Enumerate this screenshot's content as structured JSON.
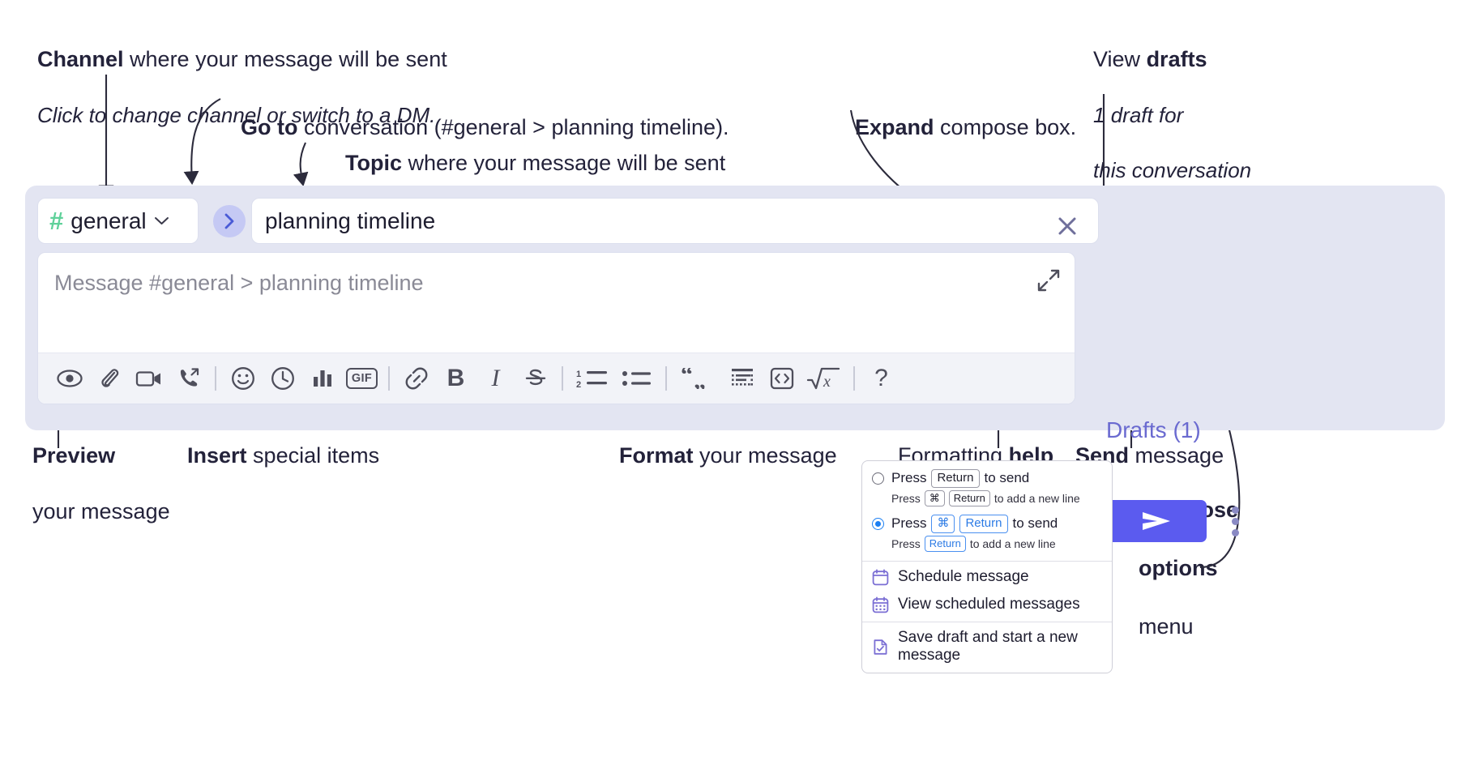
{
  "annotations": {
    "channel": {
      "bold": "Channel",
      "rest": " where your message will be sent",
      "italic": "Click to change channel or switch to a DM."
    },
    "goto": {
      "bold": "Go to",
      "rest": " conversation (#general > planning timeline)."
    },
    "topic": {
      "bold": "Topic",
      "rest": " where your message will be sent"
    },
    "expand": {
      "bold": "Expand",
      "rest": " compose box."
    },
    "drafts": {
      "prefix": "View ",
      "bold": "drafts",
      "italic_l1": "1 draft for",
      "italic_l2": "this conversation"
    },
    "preview": {
      "bold": "Preview",
      "line2": "your message"
    },
    "insert": {
      "bold": "Insert",
      "rest": " special items"
    },
    "format": {
      "bold": "Format",
      "rest": " your message"
    },
    "help": {
      "prefix": "Formatting ",
      "bold": "help"
    },
    "send": {
      "bold": "Send",
      "rest": " message"
    },
    "compose_options": {
      "l1": "Compose",
      "l2": "options",
      "l3": "menu"
    }
  },
  "compose": {
    "channel_name": "general",
    "hash_symbol": "#",
    "topic_value": "planning timeline",
    "placeholder": "Message #general > planning timeline",
    "drafts_label": "Drafts (1)",
    "toolbar": [
      {
        "name": "preview-icon",
        "label": "Preview"
      },
      {
        "name": "attachment-icon",
        "label": "Attach file"
      },
      {
        "name": "video-icon",
        "label": "Record video clip"
      },
      {
        "name": "audio-call-icon",
        "label": "Record audio clip"
      },
      {
        "name": "separator",
        "label": ""
      },
      {
        "name": "emoji-icon",
        "label": "Emoji"
      },
      {
        "name": "clock-icon",
        "label": "Reminder"
      },
      {
        "name": "poll-icon",
        "label": "Poll"
      },
      {
        "name": "gif-icon",
        "label": "GIF"
      },
      {
        "name": "separator",
        "label": ""
      },
      {
        "name": "link-icon",
        "label": "Link"
      },
      {
        "name": "bold-icon",
        "label": "B"
      },
      {
        "name": "italic-icon",
        "label": "I"
      },
      {
        "name": "strikethrough-icon",
        "label": "S"
      },
      {
        "name": "separator",
        "label": ""
      },
      {
        "name": "ordered-list-icon",
        "label": "Ordered list"
      },
      {
        "name": "bullet-list-icon",
        "label": "Bulleted list"
      },
      {
        "name": "separator",
        "label": ""
      },
      {
        "name": "blockquote-icon",
        "label": "Blockquote"
      },
      {
        "name": "code-block-icon",
        "label": "Code block"
      },
      {
        "name": "inline-code-icon",
        "label": "Code"
      },
      {
        "name": "math-icon",
        "label": "Math"
      },
      {
        "name": "separator",
        "label": ""
      },
      {
        "name": "help-icon",
        "label": "?"
      }
    ]
  },
  "menu": {
    "options": [
      {
        "selected": false,
        "main_pre": "Press",
        "main_key": "Return",
        "main_post": "to send",
        "sub_pre": "Press",
        "sub_key1": "⌘",
        "sub_key2": "Return",
        "sub_post": "to add a new line"
      },
      {
        "selected": true,
        "main_pre": "Press",
        "main_key1": "⌘",
        "main_key2": "Return",
        "main_post": "to send",
        "sub_pre": "Press",
        "sub_key": "Return",
        "sub_post": "to add a new line"
      }
    ],
    "items": [
      {
        "icon": "calendar-icon",
        "label": "Schedule message"
      },
      {
        "icon": "calendar-grid-icon",
        "label": "View scheduled messages"
      },
      {
        "icon": "save-draft-icon",
        "label": "Save draft and start a new message"
      }
    ]
  },
  "colors": {
    "accent_purple": "#5b5bef",
    "drafts_text": "#6a6ad0",
    "panel_bg": "#e3e5f2",
    "hash_green": "#5fd19a",
    "radio_blue": "#1c7ff2",
    "menu_icon_purple": "#7b6fd4"
  }
}
